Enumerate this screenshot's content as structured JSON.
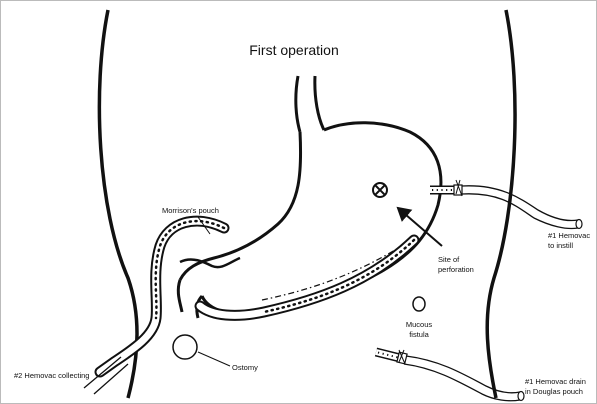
{
  "title": "First operation",
  "labels": {
    "morrisons_pouch": "Morrison's pouch",
    "site_line1": "Site of",
    "site_line2": "perforation",
    "mucous_line1": "Mucous",
    "mucous_line2": "fistula",
    "ostomy": "Ostomy",
    "hemovac1_instill_line1": "#1 Hemovac",
    "hemovac1_instill_line2": "to instill",
    "hemovac2_collecting": "#2 Hemovac collecting",
    "hemovac1_drain_line1": "#1 Hemovac drain",
    "hemovac1_drain_line2": "in Douglas pouch"
  },
  "colors": {
    "stroke": "#111111",
    "background": "#ffffff"
  }
}
